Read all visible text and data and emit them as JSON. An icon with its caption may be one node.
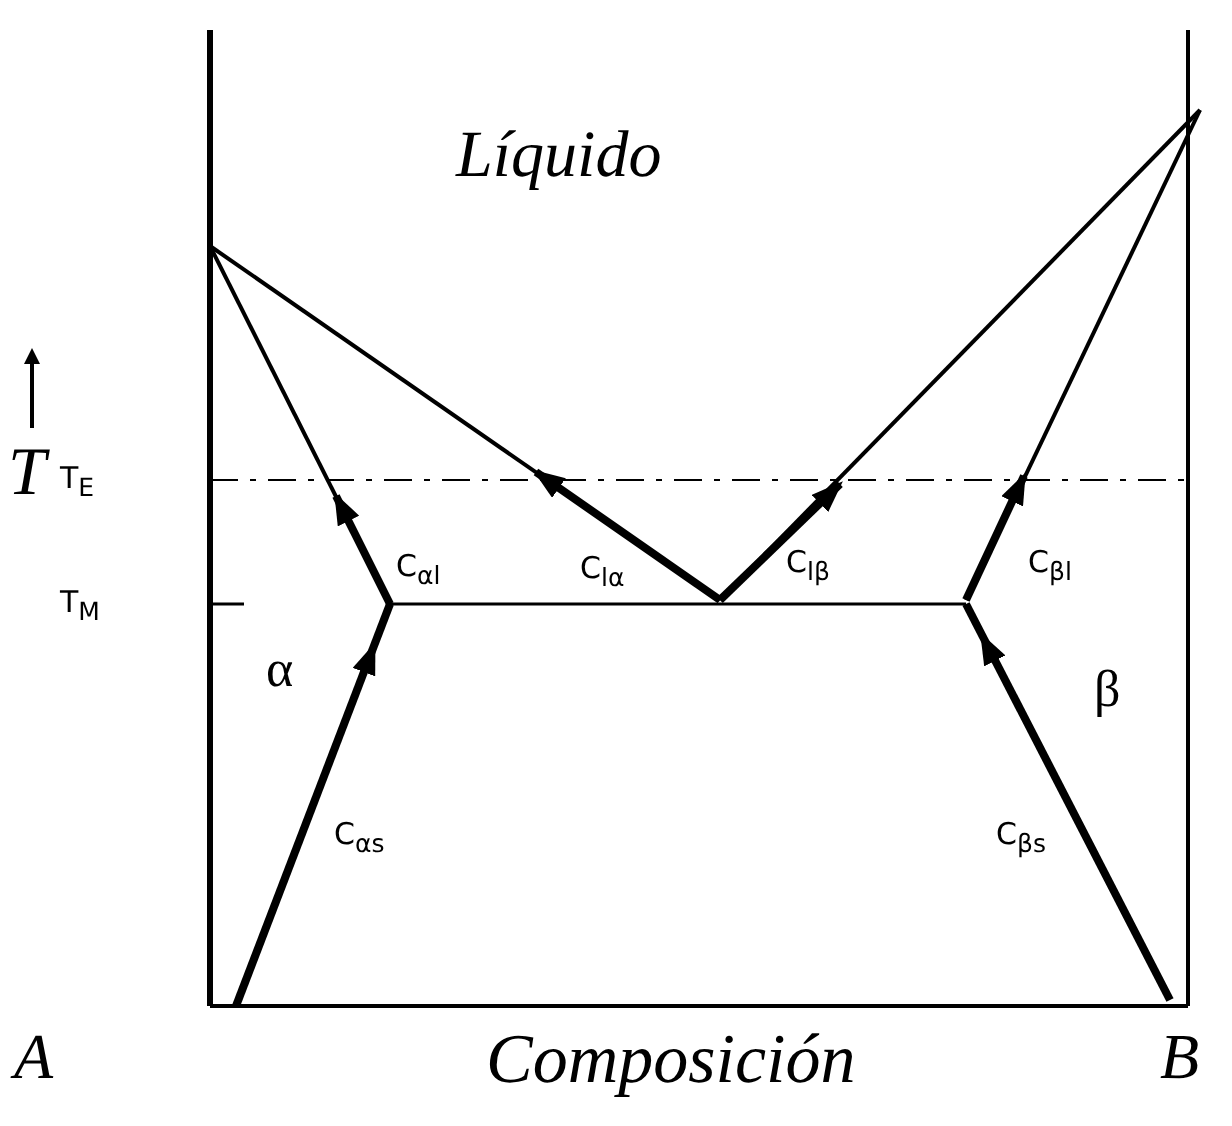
{
  "diagram": {
    "labels": [
      "Líquido",
      "T",
      "T$_{E}$",
      "C$_{αl}$",
      "C$_{lα}$",
      "C$_{lβ}$",
      "C$_{βl}$",
      "T$_{M}$",
      "α",
      "β",
      "C$_{αs}$",
      "C$_{βs}$",
      "A",
      "Composición",
      "B"
    ]
  }
}
